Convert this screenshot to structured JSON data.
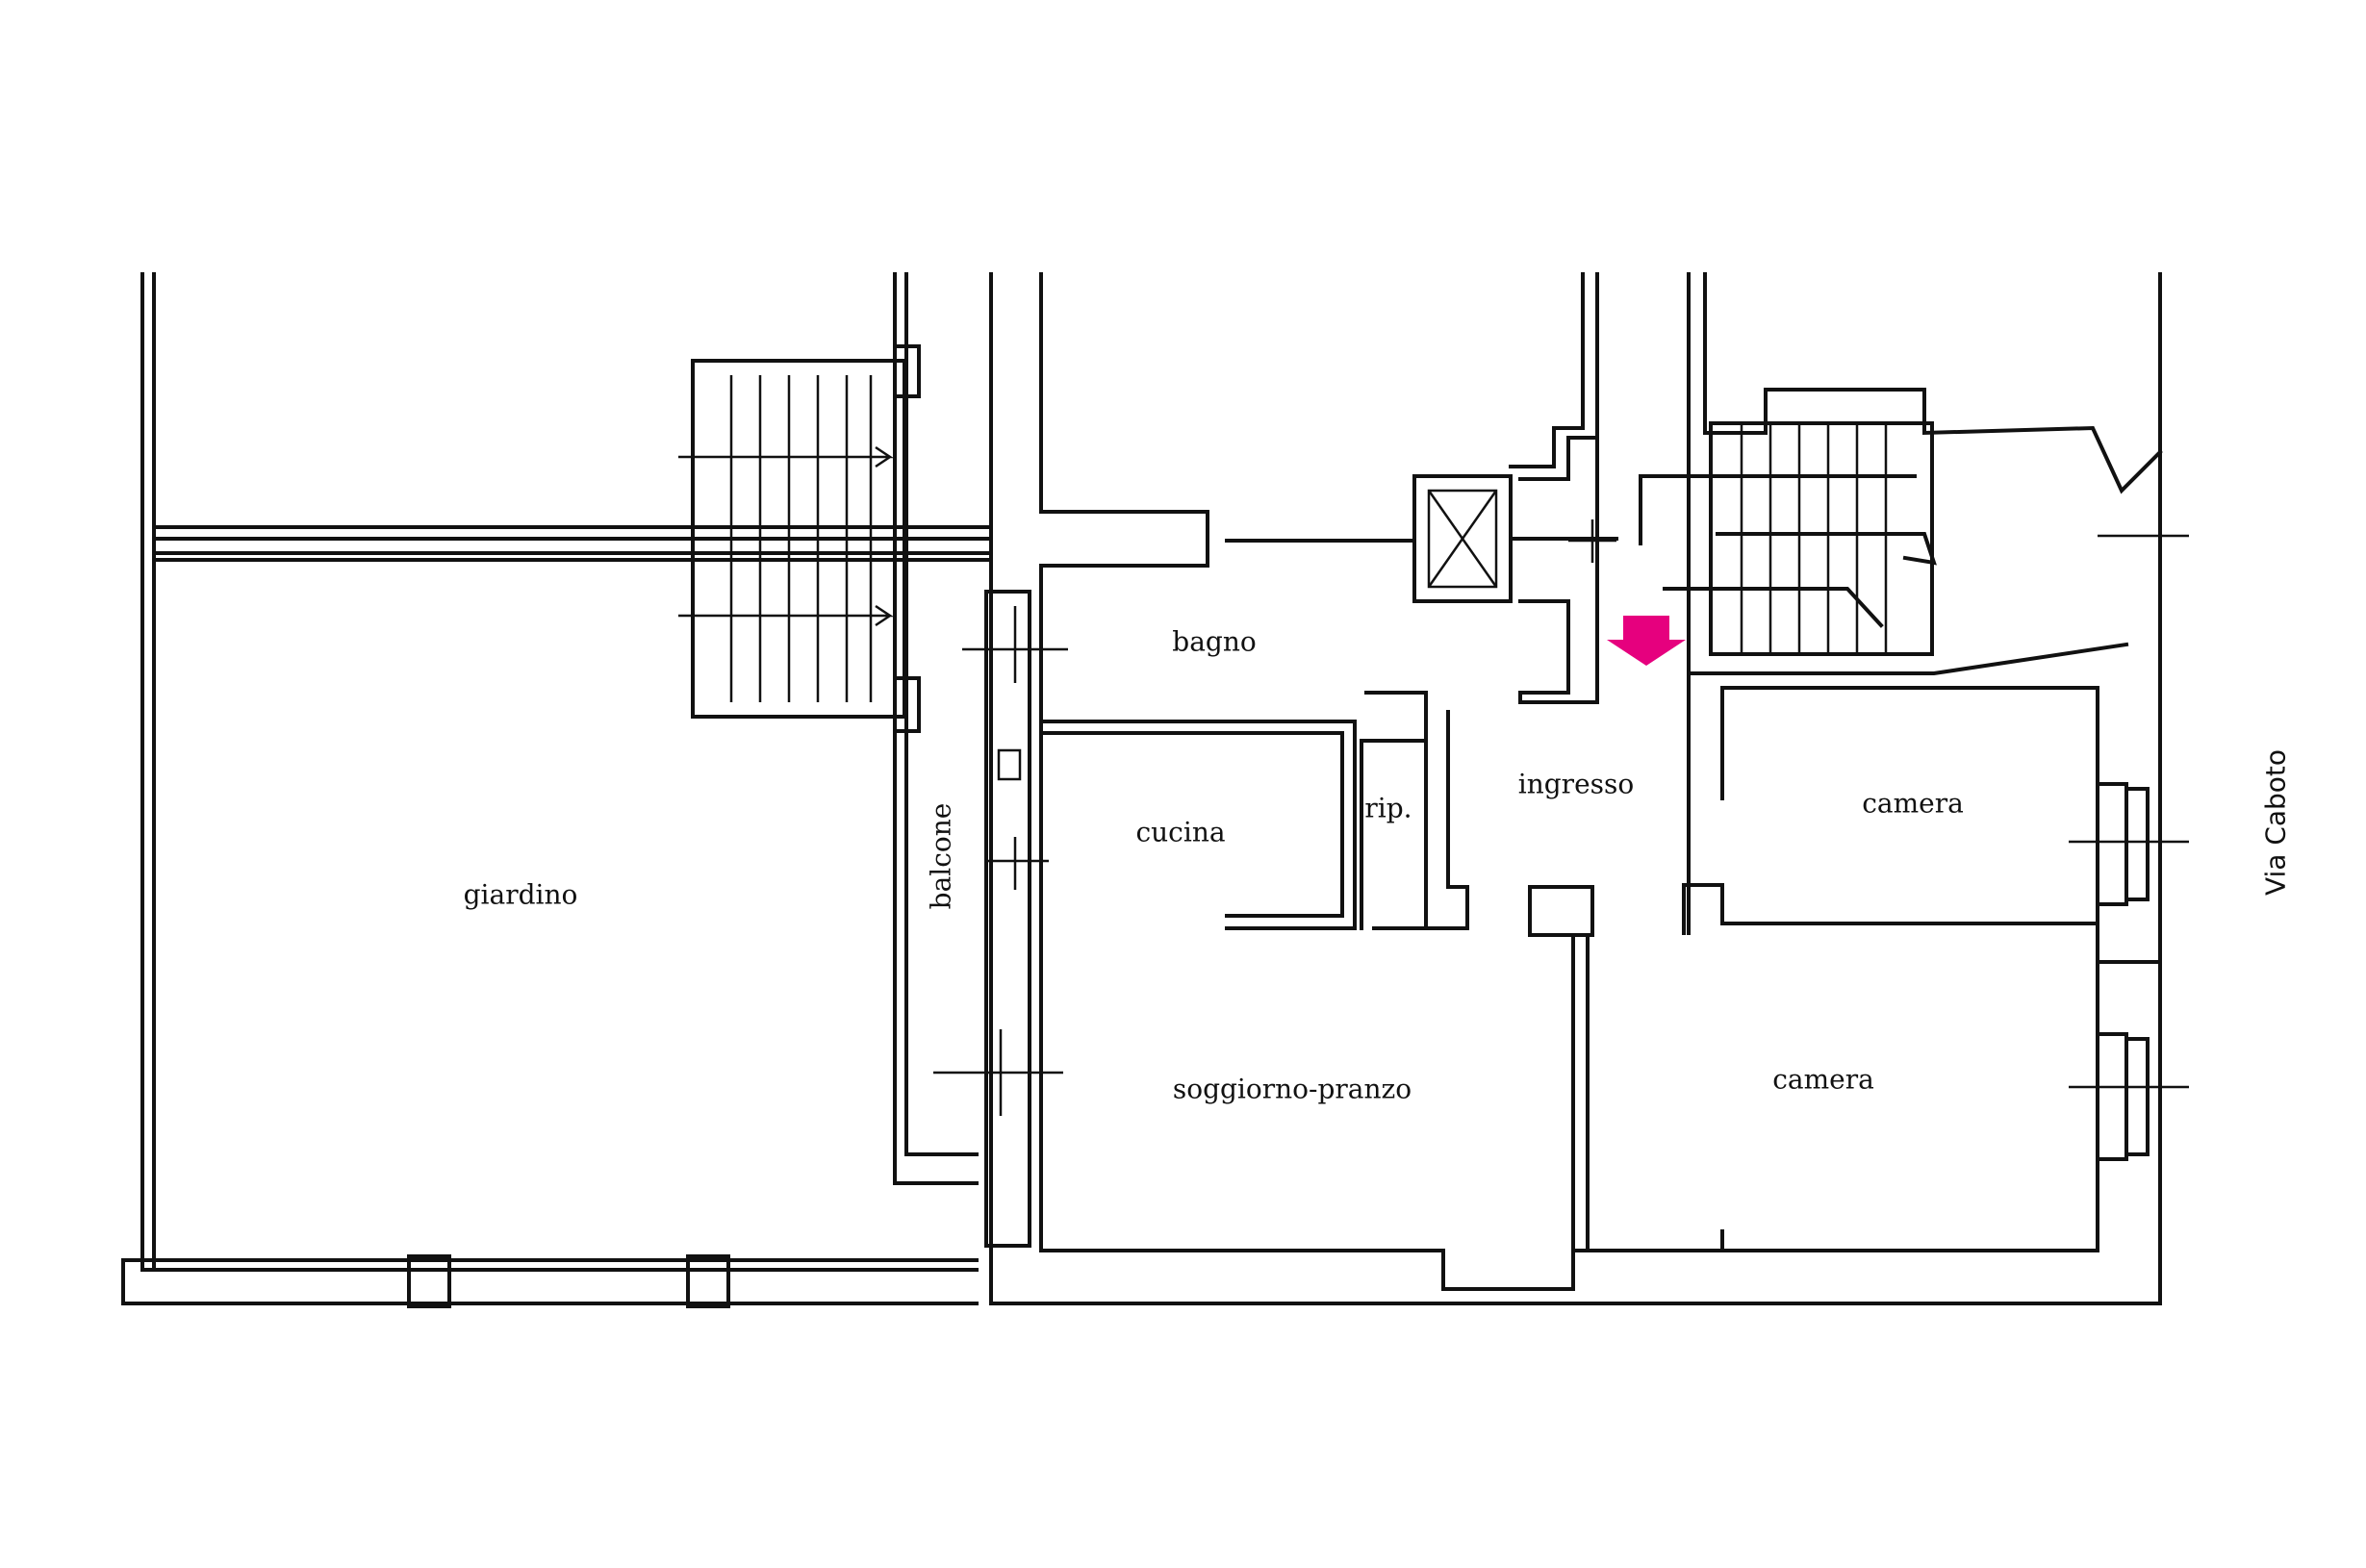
{
  "rooms": {
    "giardino": "giardino",
    "balcone": "balcone",
    "bagno": "bagno",
    "cucina": "cucina",
    "ripostiglio": "rip.",
    "ingresso": "ingresso",
    "camera_1": "camera",
    "camera_2": "camera",
    "soggiorno": "soggiorno-pranzo"
  },
  "street": "Via Caboto",
  "colors": {
    "entrance_arrow": "#e6007e",
    "walls": "#111111"
  },
  "icons": {
    "entrance": "entrance-arrow-icon",
    "lift": "elevator-icon",
    "stairs": "staircase-icon"
  }
}
